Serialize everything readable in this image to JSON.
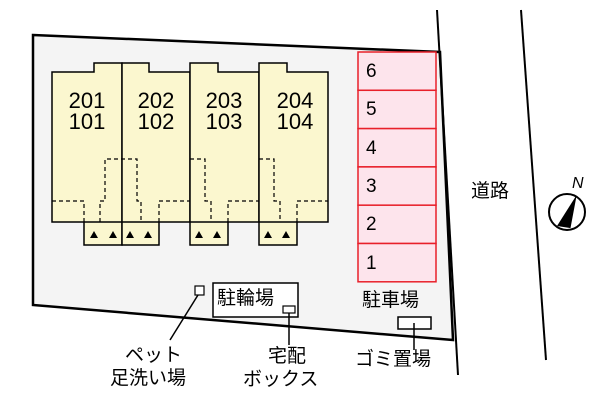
{
  "units": [
    {
      "upper": "201",
      "lower": "101"
    },
    {
      "upper": "202",
      "lower": "102"
    },
    {
      "upper": "203",
      "lower": "103"
    },
    {
      "upper": "204",
      "lower": "104"
    }
  ],
  "parking": {
    "label": "駐車場",
    "slots": [
      "6",
      "5",
      "4",
      "3",
      "2",
      "1"
    ]
  },
  "bicycle_parking": "駐輪場",
  "road": "道路",
  "pet_footwash": {
    "line1": "ペット",
    "line2": "足洗い場"
  },
  "delivery_box": {
    "line1": "宅配",
    "line2": "ボックス"
  },
  "garbage": "ゴミ置場",
  "compass": "N",
  "colors": {
    "lot": "#f4f4f4",
    "building": "#fbf7cf",
    "parking_fill": "#fde4ec",
    "parking_border": "#e8202a"
  }
}
